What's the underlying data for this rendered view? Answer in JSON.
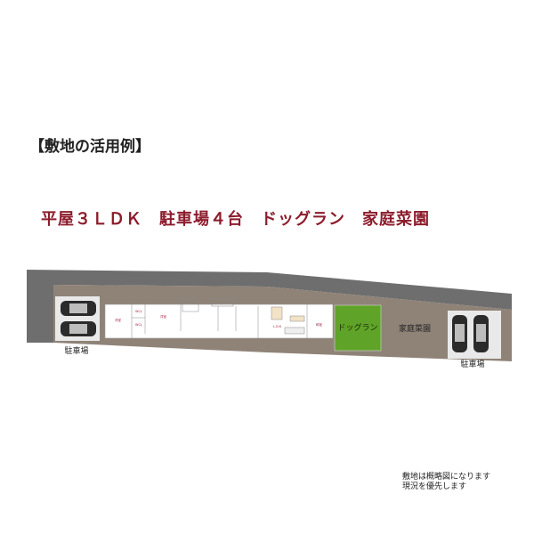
{
  "heading": "【敷地の活用例】",
  "headline": "平屋３ＬＤＫ　駐車場４台　ドッグラン　家庭菜園",
  "plan": {
    "parking_left_label": "駐車場",
    "parking_right_label": "駐車場",
    "dog_run_label": "ドッグラン",
    "garden_label": "家庭菜園",
    "rooms": [
      "洋室",
      "WCL",
      "WCL",
      "洋室",
      "L.D.K",
      "和室"
    ],
    "colors": {
      "road": "#6e6e6e",
      "land": "#8f8378",
      "dog_run": "#5fa328",
      "parking": "#e9e9e9",
      "house": "#ffffff"
    }
  },
  "note": [
    "敷地は概略図になります",
    "現況を優先します"
  ]
}
